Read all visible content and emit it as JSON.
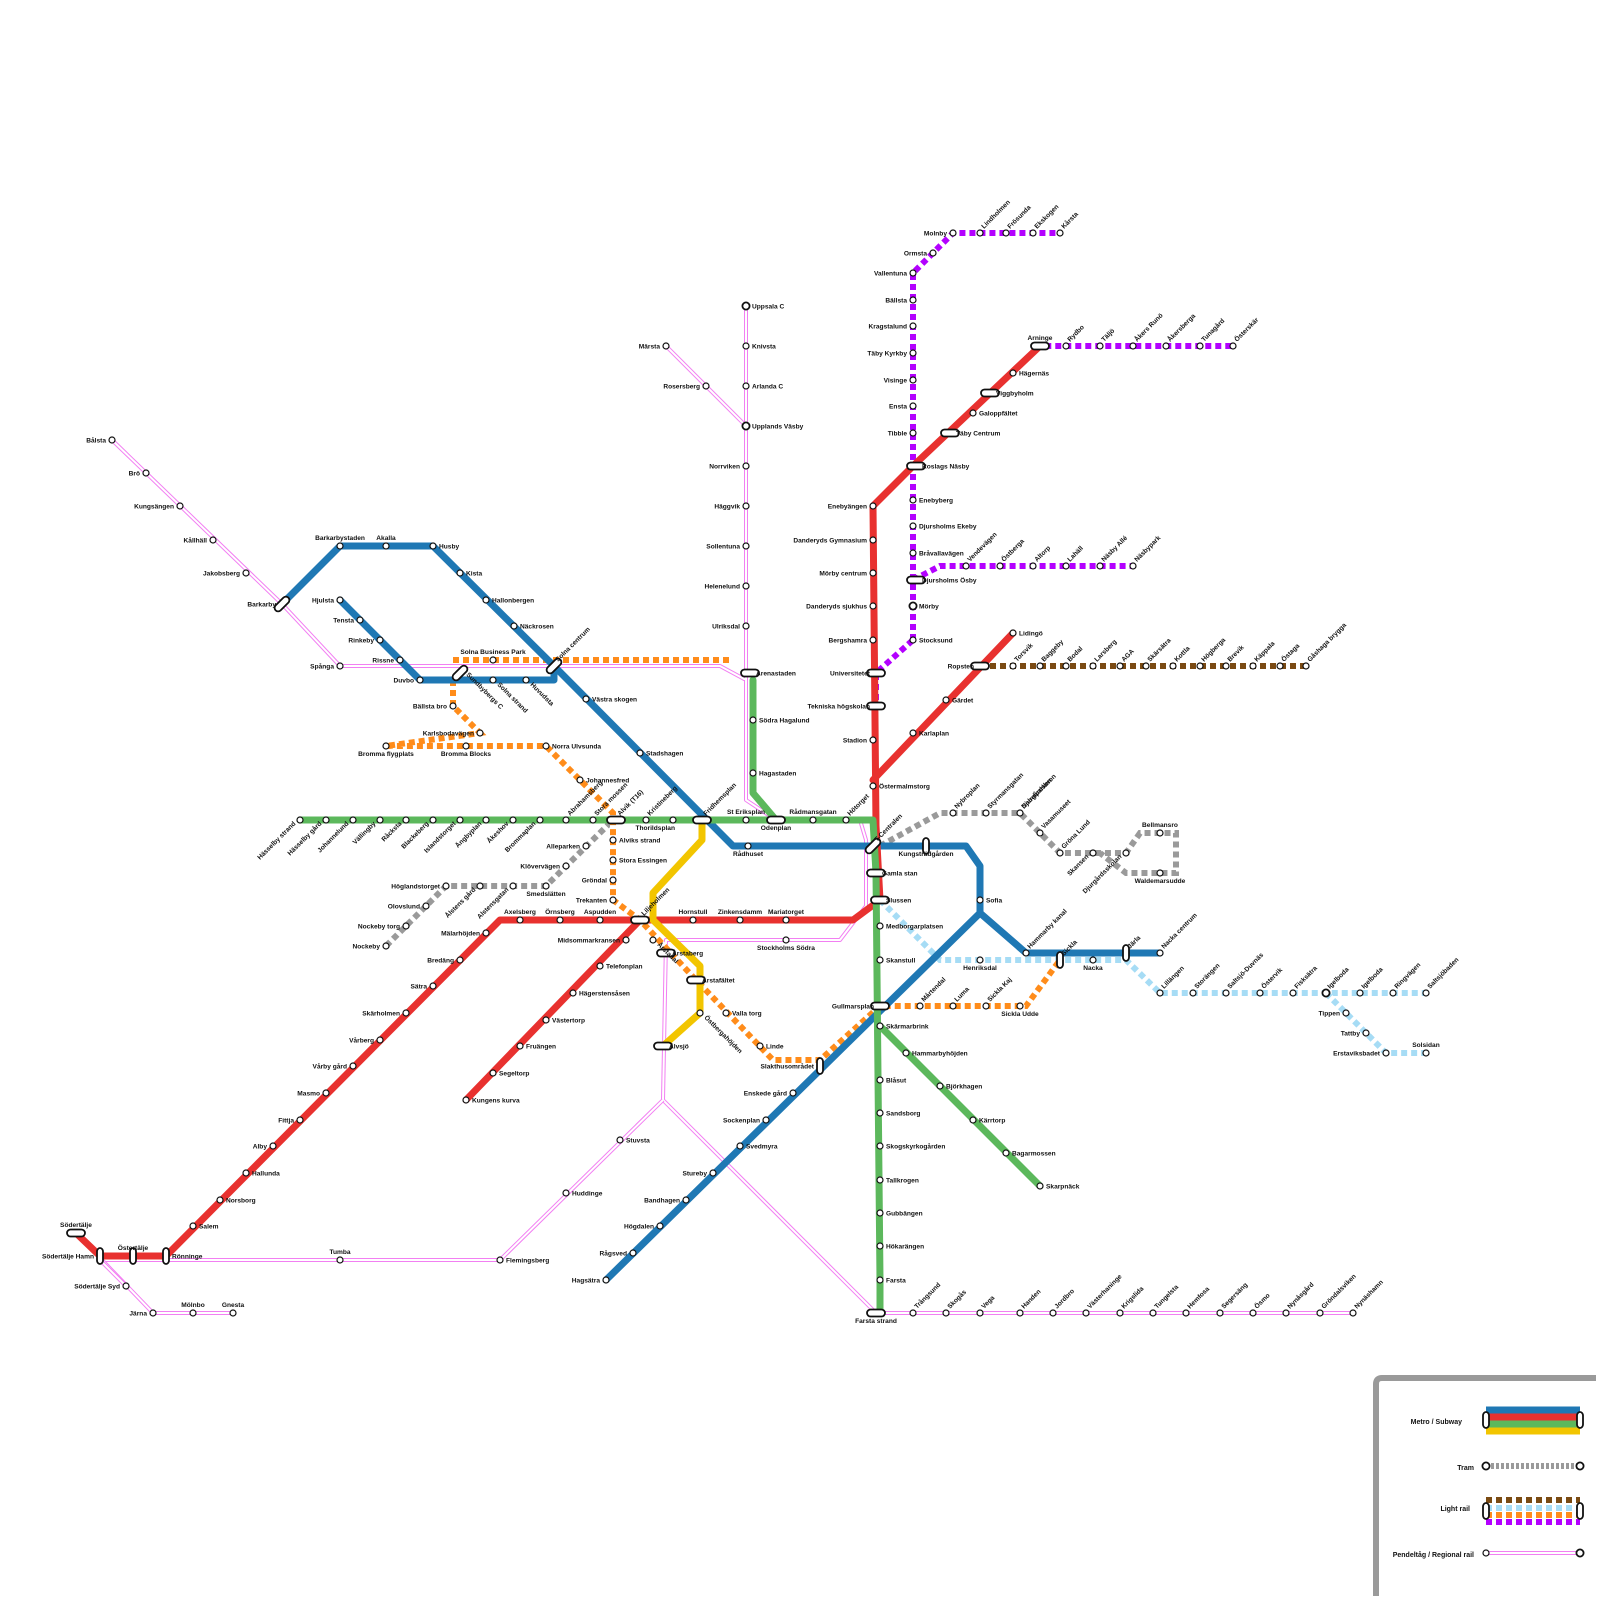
{
  "colors": {
    "blue": "#1f78b4",
    "red": "#e8312f",
    "green": "#5cb85c",
    "yellow": "#f2c500",
    "orange": "#ff8c1a",
    "purple": "#b300ff",
    "brown": "#7a4a12",
    "lightblue": "#a6dcf5",
    "gray": "#9a9a9a",
    "pink": "#f27ff2"
  },
  "legend": {
    "metro": "Metro / Subway",
    "tram": "Tram",
    "light_rail": "Light rail",
    "regional": "Pendeltåg / Regional rail"
  },
  "stations": [
    {
      "id": "balsta_r",
      "name": "Bålsta"
    },
    {
      "id": "bro",
      "name": "Brö"
    },
    {
      "id": "kungsangen",
      "name": "Kungsängen"
    },
    {
      "id": "kallhall",
      "name": "Kållhäll"
    },
    {
      "id": "jakobsberg",
      "name": "Jakobsberg"
    },
    {
      "id": "barkarby",
      "name": "Barkarby"
    },
    {
      "id": "spanga",
      "name": "Spånga"
    },
    {
      "id": "barkarbystaden",
      "name": "Barkarbystaden"
    },
    {
      "id": "akalla",
      "name": "Akalla"
    },
    {
      "id": "husby",
      "name": "Husby"
    },
    {
      "id": "kista",
      "name": "Kista"
    },
    {
      "id": "hallonbergen",
      "name": "Hallonbergen"
    },
    {
      "id": "nackrosen",
      "name": "Näckrosen"
    },
    {
      "id": "solna_c",
      "name": "Solna centrum"
    },
    {
      "id": "vastra_skogen",
      "name": "Västra skogen"
    },
    {
      "id": "stadshagen",
      "name": "Stadshagen"
    },
    {
      "id": "fridhemsplan",
      "name": "Fridhemsplan"
    },
    {
      "id": "radhuset",
      "name": "Rådhuset"
    },
    {
      "id": "hjulsta",
      "name": "Hjulsta"
    },
    {
      "id": "tensta",
      "name": "Tensta"
    },
    {
      "id": "rinkeby",
      "name": "Rinkeby"
    },
    {
      "id": "rissne",
      "name": "Rissne"
    },
    {
      "id": "duvbo",
      "name": "Duvbo"
    },
    {
      "id": "sundbyberg",
      "name": "Sundbybergs C"
    },
    {
      "id": "solna_strand",
      "name": "Solna strand"
    },
    {
      "id": "huvudsta",
      "name": "Huvudsta"
    },
    {
      "id": "solna_bp",
      "name": "Solna Business Park"
    },
    {
      "id": "ballsta_bro",
      "name": "Bällsta bro"
    },
    {
      "id": "karlsbodavagen",
      "name": "Karlsbodavägen"
    },
    {
      "id": "bromma_flygplats",
      "name": "Bromma flygplats"
    },
    {
      "id": "bromma_blocks",
      "name": "Bromma Blocks"
    },
    {
      "id": "norra_ulvsunda",
      "name": "Norra Ulvsunda"
    },
    {
      "id": "johannesfred",
      "name": "Johannesfred"
    },
    {
      "id": "alvik",
      "name": "Alvik (T16)"
    },
    {
      "id": "alviks_strand",
      "name": "Alviks strand"
    },
    {
      "id": "stora_essingen",
      "name": "Stora Essingen"
    },
    {
      "id": "grondal",
      "name": "Gröndal"
    },
    {
      "id": "trekanten",
      "name": "Trekanten"
    },
    {
      "id": "liljeholmen",
      "name": "Liljeholmen"
    },
    {
      "id": "arstadal",
      "name": "Årstadal"
    },
    {
      "id": "arstaberg",
      "name": "Årstaberg"
    },
    {
      "id": "arstafaltet",
      "name": "Årstafältet"
    },
    {
      "id": "valla_torg",
      "name": "Valla torg"
    },
    {
      "id": "linde",
      "name": "Linde"
    },
    {
      "id": "slakthusomradet",
      "name": "Slakthusområdet"
    },
    {
      "id": "gullmarsplan",
      "name": "Gullmarsplan"
    },
    {
      "id": "martendal",
      "name": "Mårtendal"
    },
    {
      "id": "luma",
      "name": "Luma"
    },
    {
      "id": "sickla_kaj",
      "name": "Sickla Kaj"
    },
    {
      "id": "sickla_udde",
      "name": "Sickla Udde"
    },
    {
      "id": "sickla",
      "name": "Sickla"
    },
    {
      "id": "hasselby_strand",
      "name": "Hässelby strand"
    },
    {
      "id": "hasselby_gard",
      "name": "Hässelby gård"
    },
    {
      "id": "johannelund",
      "name": "Johannelund"
    },
    {
      "id": "vallingby",
      "name": "Vällingby"
    },
    {
      "id": "racksta",
      "name": "Råcksta"
    },
    {
      "id": "blackeberg",
      "name": "Blackeberg"
    },
    {
      "id": "islandstorget",
      "name": "Islandstorget"
    },
    {
      "id": "angbyplan",
      "name": "Ängbyplan"
    },
    {
      "id": "akeshov",
      "name": "Åkeshov"
    },
    {
      "id": "brommaplan",
      "name": "Brommaplan"
    },
    {
      "id": "abrahamsberg",
      "name": "Abrahamsberg"
    },
    {
      "id": "stora_mossen",
      "name": "Stora mossen"
    },
    {
      "id": "kristineberg",
      "name": "Kristineberg"
    },
    {
      "id": "thorildsplan",
      "name": "Thorildsplan"
    },
    {
      "id": "st_eriksplan",
      "name": "St Eriksplan"
    },
    {
      "id": "odenplan",
      "name": "Odenplan"
    },
    {
      "id": "radmansgatan",
      "name": "Rådmansgatan"
    },
    {
      "id": "hotorget",
      "name": "Hötorget"
    },
    {
      "id": "t_centralen",
      "name": "T-Centralen"
    },
    {
      "id": "gamla_stan",
      "name": "Gamla stan"
    },
    {
      "id": "slussen",
      "name": "Slussen"
    },
    {
      "id": "medborgarplatsen",
      "name": "Medborgarplatsen"
    },
    {
      "id": "skanstull",
      "name": "Skanstull"
    },
    {
      "id": "skarmarbrink",
      "name": "Skärmarbrink"
    },
    {
      "id": "hammarbyhojden",
      "name": "Hammarbyhöjden"
    },
    {
      "id": "bjorkhagen",
      "name": "Björkhagen"
    },
    {
      "id": "karrtorp",
      "name": "Kärrtorp"
    },
    {
      "id": "bagarmossen",
      "name": "Bagarmossen"
    },
    {
      "id": "skarpnack",
      "name": "Skarpnäck"
    },
    {
      "id": "blasut",
      "name": "Blåsut"
    },
    {
      "id": "sandsborg",
      "name": "Sandsborg"
    },
    {
      "id": "skogskyrkogarden",
      "name": "Skogskyrkogården"
    },
    {
      "id": "tallkrogen",
      "name": "Tallkrogen"
    },
    {
      "id": "gubbangen",
      "name": "Gubbängen"
    },
    {
      "id": "hokarangen",
      "name": "Hökarängen"
    },
    {
      "id": "farsta",
      "name": "Farsta"
    },
    {
      "id": "farsta_strand",
      "name": "Farsta strand"
    },
    {
      "id": "enskede_gard",
      "name": "Enskede gård"
    },
    {
      "id": "sockenplan",
      "name": "Sockenplan"
    },
    {
      "id": "svedmyra",
      "name": "Svedmyra"
    },
    {
      "id": "stureby",
      "name": "Stureby"
    },
    {
      "id": "bandhagen",
      "name": "Bandhagen"
    },
    {
      "id": "hogdalen",
      "name": "Högdalen"
    },
    {
      "id": "ragsved",
      "name": "Rågsved"
    },
    {
      "id": "hagsatra",
      "name": "Hagsätra"
    },
    {
      "id": "kungstradgarden",
      "name": "Kungsträdgården"
    },
    {
      "id": "sofia",
      "name": "Sofia"
    },
    {
      "id": "hammarby_kanal",
      "name": "Hammarby kanal"
    },
    {
      "id": "nacka",
      "name": "Nacka"
    },
    {
      "id": "jarla",
      "name": "Järla"
    },
    {
      "id": "nacka_centrum",
      "name": "Nacka centrum"
    },
    {
      "id": "lidingo",
      "name": "Lidingö"
    },
    {
      "id": "ropsten",
      "name": "Ropsten"
    },
    {
      "id": "gardet",
      "name": "Gärdet"
    },
    {
      "id": "karlaplan",
      "name": "Karlaplan"
    },
    {
      "id": "ostermalmstorg",
      "name": "Östermalmstorg"
    },
    {
      "id": "stadion",
      "name": "Stadion"
    },
    {
      "id": "tekniska",
      "name": "Tekniska högskolan"
    },
    {
      "id": "universitetet",
      "name": "Universitetet"
    },
    {
      "id": "bergshamra",
      "name": "Bergshamra"
    },
    {
      "id": "danderyds_sjukhus",
      "name": "Danderyds sjukhus"
    },
    {
      "id": "morby_centrum",
      "name": "Mörby centrum"
    },
    {
      "id": "danderyds_gymnasium",
      "name": "Danderyds Gymnasium"
    },
    {
      "id": "enebyangen",
      "name": "Enebyängen"
    },
    {
      "id": "roslags_nasby",
      "name": "Roslags Näsby"
    },
    {
      "id": "taby_centrum",
      "name": "Täby Centrum"
    },
    {
      "id": "galoppfaltet",
      "name": "Galoppfältet"
    },
    {
      "id": "viggbyholm",
      "name": "Viggbyholm"
    },
    {
      "id": "hagernas",
      "name": "Hägernäs"
    },
    {
      "id": "arninge",
      "name": "Arninge"
    },
    {
      "id": "rydbo",
      "name": "Rydbo"
    },
    {
      "id": "tajo",
      "name": "Täljö"
    },
    {
      "id": "akers_runo",
      "name": "Åkers Runö"
    },
    {
      "id": "akersberga",
      "name": "Åkersberga"
    },
    {
      "id": "tunagard",
      "name": "Tunagård"
    },
    {
      "id": "osterskar",
      "name": "Österskär"
    },
    {
      "id": "molnby",
      "name": "Molnby"
    },
    {
      "id": "lindholmen",
      "name": "Lindholmen"
    },
    {
      "id": "frosunda",
      "name": "Frösunda"
    },
    {
      "id": "ekskogen",
      "name": "Ekskogen"
    },
    {
      "id": "karsta",
      "name": "Kårsta"
    },
    {
      "id": "ormsta",
      "name": "Ormsta"
    },
    {
      "id": "vallentuna",
      "name": "Vallentuna"
    },
    {
      "id": "ballsta_lr",
      "name": "Bällsta"
    },
    {
      "id": "kragstalund",
      "name": "Kragstalund"
    },
    {
      "id": "taby_kyrkby",
      "name": "Täby Kyrkby"
    },
    {
      "id": "visinge",
      "name": "Visinge"
    },
    {
      "id": "ensta",
      "name": "Ensta"
    },
    {
      "id": "tibble",
      "name": "Tibble"
    },
    {
      "id": "enebyberg",
      "name": "Enebyberg"
    },
    {
      "id": "djursholms_ekeby",
      "name": "Djursholms Ekeby"
    },
    {
      "id": "bravallavagen",
      "name": "Bråvallavägen"
    },
    {
      "id": "djursholms_osby",
      "name": "Djursholms Ösby"
    },
    {
      "id": "morby",
      "name": "Mörby"
    },
    {
      "id": "stocksund",
      "name": "Stocksund"
    },
    {
      "id": "vendevagen",
      "name": "Vendevägen"
    },
    {
      "id": "ostberga",
      "name": "Östberga"
    },
    {
      "id": "altorp",
      "name": "Altorp"
    },
    {
      "id": "lahall",
      "name": "Lahäll"
    },
    {
      "id": "nasby_alle",
      "name": "Näsby Allé"
    },
    {
      "id": "nasbypark",
      "name": "Näsbypark"
    },
    {
      "id": "torsvik",
      "name": "Torsvik"
    },
    {
      "id": "baggeby",
      "name": "Baggeby"
    },
    {
      "id": "bodal",
      "name": "Bodal"
    },
    {
      "id": "larsberg",
      "name": "Larsberg"
    },
    {
      "id": "aga",
      "name": "AGA"
    },
    {
      "id": "skarsatra",
      "name": "Skärsätra"
    },
    {
      "id": "kottla",
      "name": "Kottla"
    },
    {
      "id": "hogberga",
      "name": "Högberga"
    },
    {
      "id": "brevik",
      "name": "Brevik"
    },
    {
      "id": "kappala",
      "name": "Käppala"
    },
    {
      "id": "ostaga",
      "name": "Östaga"
    },
    {
      "id": "gashaga",
      "name": "Gåshaga brygga"
    },
    {
      "id": "lillangen",
      "name": "Lillängen"
    },
    {
      "id": "storangen",
      "name": "Storängen"
    },
    {
      "id": "saltsjo_duvnas",
      "name": "Saltsjö-Duvnäs"
    },
    {
      "id": "ostervik",
      "name": "Östervik"
    },
    {
      "id": "fisksatra",
      "name": "Fisksätra"
    },
    {
      "id": "igelboda",
      "name": "Igelboda"
    },
    {
      "id": "igelboda2",
      "name": "Igelboda"
    },
    {
      "id": "ringvagen",
      "name": "Ringvägen"
    },
    {
      "id": "saltsjobaden",
      "name": "Saltsjöbaden"
    },
    {
      "id": "tippen",
      "name": "Tippen"
    },
    {
      "id": "tattby",
      "name": "Tattby"
    },
    {
      "id": "erstaviksbadet",
      "name": "Erstaviksbadet"
    },
    {
      "id": "solsidan",
      "name": "Solsidan"
    },
    {
      "id": "henriksdal",
      "name": "Henriksdal"
    },
    {
      "id": "nybroplan",
      "name": "Nybroplan"
    },
    {
      "id": "styrmansgatan",
      "name": "Styrmansgatan"
    },
    {
      "id": "djurgardsbron",
      "name": "Djurgårdsbron"
    },
    {
      "id": "nobelparken",
      "name": "Nobelparken"
    },
    {
      "id": "vasamuseet",
      "name": "Vasamuseet"
    },
    {
      "id": "grona_lund",
      "name": "Gröna Lund"
    },
    {
      "id": "skansen",
      "name": "Skansen"
    },
    {
      "id": "djurgardsskolan",
      "name": "Djurgårdsskolan"
    },
    {
      "id": "bellmansro",
      "name": "Bellmansro"
    },
    {
      "id": "waldemarsudde",
      "name": "Waldemarsudde"
    },
    {
      "id": "alleparken",
      "name": "Alleparken"
    },
    {
      "id": "klovervagen",
      "name": "Klövervägen"
    },
    {
      "id": "smedslatten",
      "name": "Smedslätten"
    },
    {
      "id": "alstensgatan",
      "name": "Alstensgatan"
    },
    {
      "id": "alstens_gard",
      "name": "Ålstens gård"
    },
    {
      "id": "hoglandstorget",
      "name": "Höglandstorget"
    },
    {
      "id": "olovslund",
      "name": "Olovslund"
    },
    {
      "id": "nockeby_torg",
      "name": "Nockeby torg"
    },
    {
      "id": "nockeby",
      "name": "Nockeby"
    },
    {
      "id": "uppsala",
      "name": "Uppsala C"
    },
    {
      "id": "knivsta",
      "name": "Knivsta"
    },
    {
      "id": "arlanda",
      "name": "Arlanda C"
    },
    {
      "id": "upplands_vasby",
      "name": "Upplands Väsby"
    },
    {
      "id": "marsta",
      "name": "Märsta"
    },
    {
      "id": "rosersberg",
      "name": "Rosersberg"
    },
    {
      "id": "norrviken",
      "name": "Norrviken"
    },
    {
      "id": "haggvik",
      "name": "Häggvik"
    },
    {
      "id": "sollentuna",
      "name": "Sollentuna"
    },
    {
      "id": "helenelund",
      "name": "Helenelund"
    },
    {
      "id": "ulriksdal",
      "name": "Ulriksdal"
    },
    {
      "id": "arenastaden",
      "name": "Arenastaden"
    },
    {
      "id": "sodra_hagalund",
      "name": "Södra Hagalund"
    },
    {
      "id": "hagastaden",
      "name": "Hagastaden"
    },
    {
      "id": "stockholms_sodra",
      "name": "Stockholms Södra"
    },
    {
      "id": "alvsjo",
      "name": "Älvsjö"
    },
    {
      "id": "ostbergahojden",
      "name": "Östbergahöjden"
    },
    {
      "id": "stuvsta",
      "name": "Stuvsta"
    },
    {
      "id": "huddinge",
      "name": "Huddinge"
    },
    {
      "id": "flemingsberg",
      "name": "Flemingsberg"
    },
    {
      "id": "tumba",
      "name": "Tumba"
    },
    {
      "id": "ronninge",
      "name": "Rönninge"
    },
    {
      "id": "ostertalje",
      "name": "Östertälje"
    },
    {
      "id": "sodertalje_hamn",
      "name": "Södertälje Hamn"
    },
    {
      "id": "sodertalje",
      "name": "Södertälje"
    },
    {
      "id": "sodertalje_syd",
      "name": "Södertälje Syd"
    },
    {
      "id": "jarna",
      "name": "Järna"
    },
    {
      "id": "molnbo",
      "name": "Mölnbo"
    },
    {
      "id": "gnesta",
      "name": "Gnesta"
    },
    {
      "id": "trangsund",
      "name": "Trångsund"
    },
    {
      "id": "skogas",
      "name": "Skogås"
    },
    {
      "id": "vega",
      "name": "Vega"
    },
    {
      "id": "handen",
      "name": "Handen"
    },
    {
      "id": "jordbro",
      "name": "Jordbro"
    },
    {
      "id": "vasterhaninge",
      "name": "Västerhaninge"
    },
    {
      "id": "krigslida",
      "name": "Krigslida"
    },
    {
      "id": "tungelsta",
      "name": "Tungelsta"
    },
    {
      "id": "hemfosa",
      "name": "Hemfosa"
    },
    {
      "id": "segersang",
      "name": "Segersäng"
    },
    {
      "id": "osmo",
      "name": "Ösmo"
    },
    {
      "id": "nynasgard",
      "name": "Nynåsgård"
    },
    {
      "id": "gronskvik",
      "name": "Gröndalsviken"
    },
    {
      "id": "nynashamn",
      "name": "Nynäshamn"
    },
    {
      "id": "salem",
      "name": "Salem"
    },
    {
      "id": "norsborg",
      "name": "Norsborg"
    },
    {
      "id": "hallunda",
      "name": "Hallunda"
    },
    {
      "id": "alby",
      "name": "Alby"
    },
    {
      "id": "fittja",
      "name": "Fittja"
    },
    {
      "id": "masmo",
      "name": "Masmo"
    },
    {
      "id": "varby_gard",
      "name": "Vårby gård"
    },
    {
      "id": "varberg",
      "name": "Vårberg"
    },
    {
      "id": "skarholmen",
      "name": "Skärholmen"
    },
    {
      "id": "sodra_satra",
      "name": "Sätra"
    },
    {
      "id": "bredang",
      "name": "Bredäng"
    },
    {
      "id": "malarhojden",
      "name": "Mälarhöjden"
    },
    {
      "id": "axelsberg",
      "name": "Axelsberg"
    },
    {
      "id": "ornsberg",
      "name": "Örnsberg"
    },
    {
      "id": "aspudden",
      "name": "Aspudden"
    },
    {
      "id": "hornstull",
      "name": "Hornstull"
    },
    {
      "id": "zinkensdamm",
      "name": "Zinkensdamm"
    },
    {
      "id": "mariatorget",
      "name": "Mariatorget"
    },
    {
      "id": "midsommarkransen",
      "name": "Midsommarkransen"
    },
    {
      "id": "telefonplan",
      "name": "Telefonplan"
    },
    {
      "id": "hagerstensasen",
      "name": "Hägerstensåsen"
    },
    {
      "id": "vastertorp",
      "name": "Västertorp"
    },
    {
      "id": "fruangen",
      "name": "Fruängen"
    },
    {
      "id": "segeltorp",
      "name": "Segeltorp"
    },
    {
      "id": "kungens_kurva",
      "name": "Kungens kurva"
    }
  ]
}
